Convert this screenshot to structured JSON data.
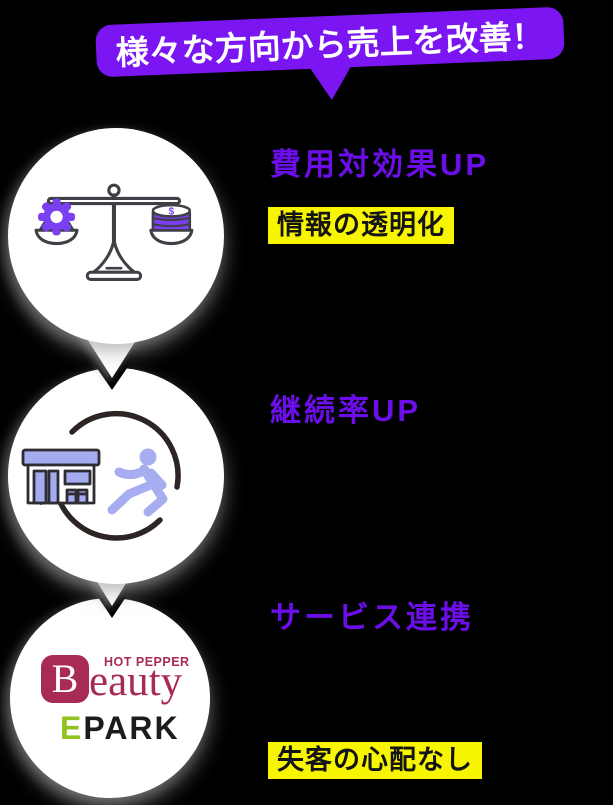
{
  "banner": {
    "label": "様々な方向から売上を改善！"
  },
  "sections": {
    "cost": {
      "heading": "費用対効果UP",
      "highlight": "情報の透明化"
    },
    "retention": {
      "heading": "継続率UP"
    },
    "service": {
      "heading": "サービス連携",
      "highlight": "失客の心配なし"
    }
  },
  "logos": {
    "hot_pepper_beauty": {
      "brand_small": "HOT PEPPER",
      "initial": "B",
      "suffix": "eauty"
    },
    "epark": {
      "initial": "E",
      "suffix": "PARK"
    }
  },
  "decor": {
    "coin_symbol": "$"
  },
  "icons": {
    "circle_1": "balance-scale-icon",
    "circle_2": "store-cycle-runner-icon",
    "circle_3": "partner-logos"
  },
  "colors": {
    "background": "#000000",
    "banner_purple": "#7b16f3",
    "heading_purple": "#6c0ee9",
    "highlight_yellow": "#f8f500",
    "accent_violet": "#7b3ff2",
    "periwinkle": "#a5abef",
    "outline_dark": "#3f3f46",
    "cycle_dark": "#2d2424",
    "hpb_crimson": "#a82b53",
    "epark_green": "#8ec322"
  }
}
